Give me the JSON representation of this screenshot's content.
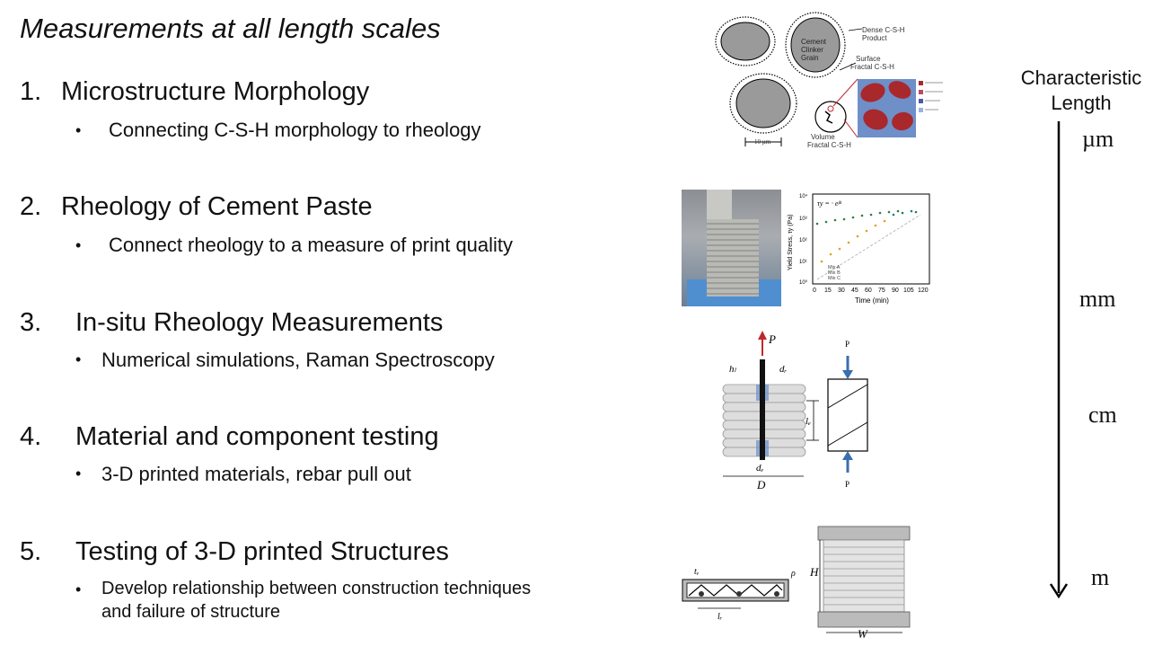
{
  "title": "Measurements at all length scales",
  "items": [
    {
      "num": "1.",
      "heading": "Microstructure Morphology",
      "bullet": "Connecting C-S-H morphology to rheology"
    },
    {
      "num": "2.",
      "heading": "Rheology of Cement Paste",
      "bullet": "Connect rheology to a measure of print quality"
    },
    {
      "num": "3.",
      "heading": "In-situ Rheology Measurements",
      "bullet": "Numerical simulations, Raman Spectroscopy"
    },
    {
      "num": "4.",
      "heading": "Material and component testing",
      "bullet": "3-D printed materials, rebar pull out"
    },
    {
      "num": "5.",
      "heading": "Testing of 3-D printed Structures",
      "bullet_line1": "Develop relationship between construction techniques",
      "bullet_line2": "and failure of structure"
    }
  ],
  "scale": {
    "label_line1": "Characteristic",
    "label_line2": "Length",
    "marks": [
      "µm",
      "mm",
      "cm",
      "m"
    ]
  },
  "fig1": {
    "dense": "Dense C-S-H",
    "product": "Product",
    "cement": "Cement",
    "clinker": "Clinker",
    "grain": "Grain",
    "surface": "Surface",
    "surface_frac": "Fractal C-S-H",
    "volume": "Volume",
    "volume_frac": "Fractal C-S-H",
    "scale": "10 µm"
  },
  "fig2": {
    "ylabel": "Yield Stress, τy (Pa)",
    "xlabel": "Time (min)",
    "xticks": [
      "0",
      "15",
      "30",
      "45",
      "60",
      "75",
      "90",
      "105",
      "120"
    ],
    "yticks": [
      "10⁴",
      "10³",
      "10²",
      "10¹",
      "10⁰"
    ],
    "eq": "τy = · eᵝᵗ",
    "legend": [
      "Mix A",
      "Mix B",
      "Mix C"
    ]
  },
  "fig3": {
    "P": "P",
    "hl": "hₗ",
    "dr": "dᵣ",
    "le": "lₑ",
    "de": "dₑ",
    "D": "D",
    "p_top": "P",
    "p_bottom": "P"
  },
  "fig4": {
    "tw": "tᵥ",
    "lr": "lᵣ",
    "rho": "ρ",
    "H": "H",
    "W": "W"
  },
  "colors": {
    "arrow_red": "#c0282d",
    "arrow_blue": "#3a6fb0",
    "grain_gray": "#9a9a9a"
  }
}
